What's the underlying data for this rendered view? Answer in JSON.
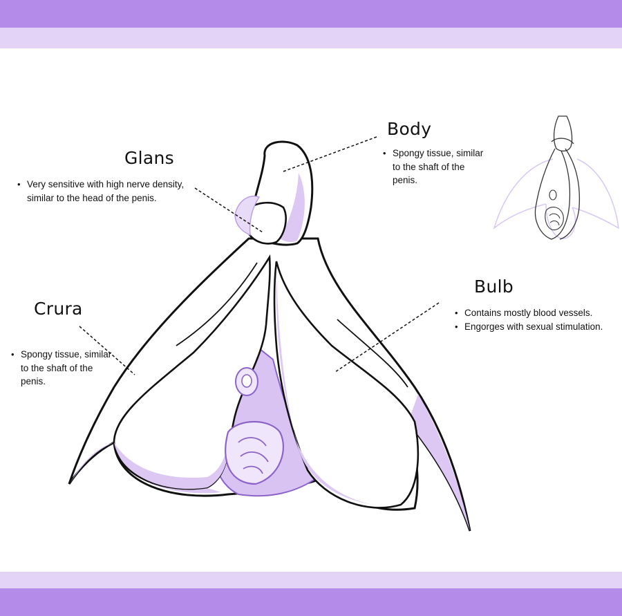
{
  "colors": {
    "band_dark": "#b48be8",
    "band_light": "#e3d3f7",
    "shade": "#dcc8f3",
    "shade_strong": "#cdb2ef",
    "outline": "#111111",
    "sketch": "#d9c8f2"
  },
  "labels": {
    "glans": {
      "title": "Glans",
      "bullets": [
        "Very sensitive with high nerve density, similar to the head of the penis."
      ]
    },
    "body": {
      "title": "Body",
      "bullets": [
        "Spongy tissue, similar to the shaft of the penis."
      ]
    },
    "crura": {
      "title": "Crura",
      "bullets": [
        "Spongy tissue, similar to the shaft of the penis."
      ]
    },
    "bulb": {
      "title": "Bulb",
      "bullets": [
        "Contains mostly blood vessels.",
        "Engorges with sexual stimulation."
      ]
    }
  }
}
